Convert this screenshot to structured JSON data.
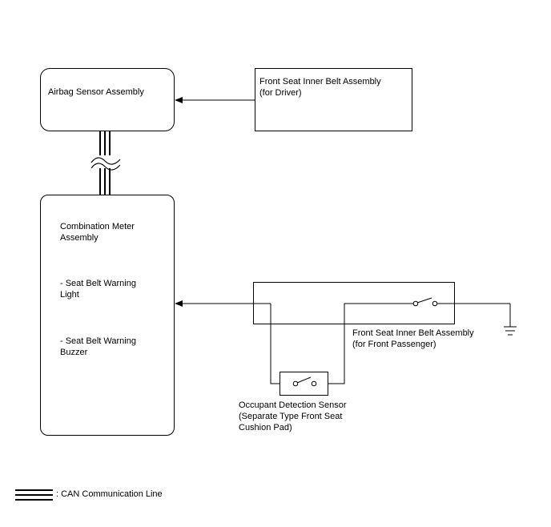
{
  "components": {
    "airbag_sensor": {
      "label": "Airbag Sensor Assembly"
    },
    "driver_belt": {
      "label": "Front Seat Inner Belt Assembly\n(for Driver)"
    },
    "combination_meter": {
      "title": "Combination Meter\nAssembly",
      "items": [
        "- Seat Belt Warning\nLight",
        "- Seat Belt Warning\nBuzzer"
      ]
    },
    "passenger_belt": {
      "label": "Front Seat Inner Belt Assembly\n(for Front Passenger)"
    },
    "occupant_sensor": {
      "label": "Occupant Detection Sensor\n(Separate Type Front Seat\nCushion Pad)"
    }
  },
  "legend": {
    "label": ": CAN Communication Line"
  }
}
